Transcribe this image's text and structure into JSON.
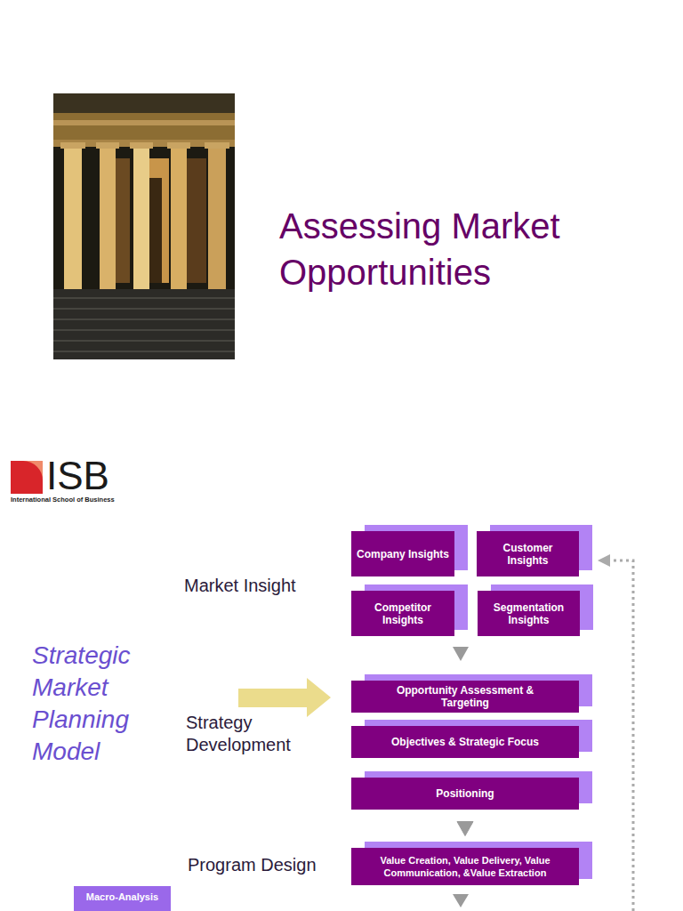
{
  "diagram": {
    "title": "Assessing Market Opportunities",
    "nodes": [
      {
        "text": [
          "Company Insights"
        ]
      },
      {
        "text": [
          "Customer Insights"
        ]
      },
      {
        "text": [
          "Competitor Insights"
        ]
      },
      {
        "text": [
          "Segmentation Insights"
        ]
      },
      {
        "text": [
          "Opportunity Assessment & Targeting"
        ]
      },
      {
        "text": [
          "Objectives & Strategic Focus"
        ]
      },
      {
        "text": [
          "Positioning"
        ]
      },
      {
        "text": [
          "Value Creation, Value Delivery, Value Communication, &Value Extraction"
        ]
      },
      {
        "text": [
          "Macro-Analysis"
        ]
      }
    ],
    "edges": [
      {
        "from": 6,
        "to": 7,
        "arrow": "to"
      }
    ],
    "labels": [
      "ISB",
      "International School of Business",
      "Strategic Market Planning Model",
      "Market Insight",
      "Strategy Development",
      "Program Design"
    ]
  }
}
